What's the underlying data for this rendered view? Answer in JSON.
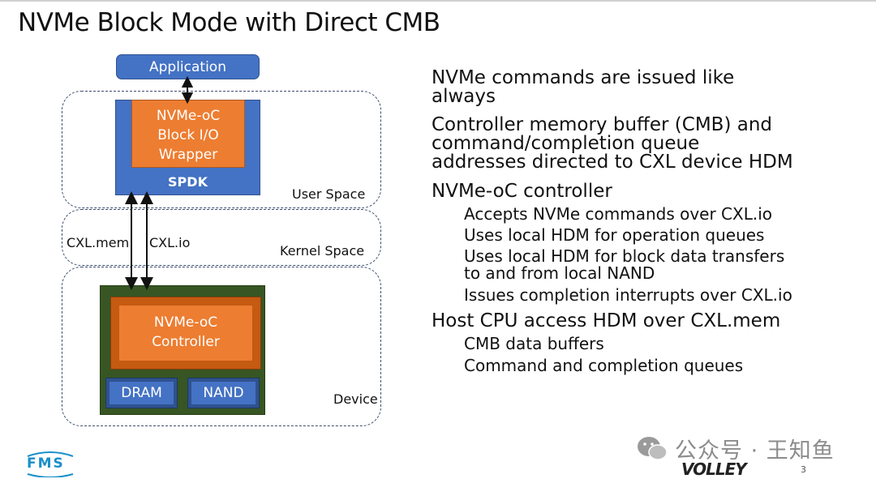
{
  "slide": {
    "title": "NVMe Block Mode with Direct CMB",
    "page_number": "3"
  },
  "diagram": {
    "application": "Application",
    "wrapper_lines": [
      "NVMe-oC",
      "Block I/O",
      "Wrapper"
    ],
    "spdk": "SPDK",
    "user_space": "User Space",
    "kernel_space": "Kernel Space",
    "device": "Device",
    "cxl_mem": "CXL.mem",
    "cxl_io": "CXL.io",
    "controller_lines": [
      "NVMe-oC",
      "Controller"
    ],
    "dram": "DRAM",
    "nand": "NAND"
  },
  "bullets": {
    "b1": [
      "NVMe commands are issued like",
      "always"
    ],
    "b2": [
      "Controller memory buffer (CMB) and",
      "command/completion queue",
      "addresses directed to CXL device HDM"
    ],
    "b3": "NVMe-oC controller",
    "b3_sub": {
      "s1": "Accepts NVMe commands over CXL.io",
      "s2": "Uses local HDM for operation queues",
      "s3": [
        "Uses local HDM for block data transfers",
        "to and from local NAND"
      ],
      "s4": "Issues completion interrupts over CXL.io"
    },
    "b4": "Host CPU access HDM over CXL.mem",
    "b4_sub": {
      "s1": "CMB data buffers",
      "s2": "Command and completion queues"
    }
  },
  "footer": {
    "fms_logo": "FMS",
    "watermark": "公众号 · 王知鱼",
    "volley_logo": "VOLLEY"
  },
  "colors": {
    "blue": "#4472c4",
    "orange": "#ed7d31",
    "dark_orange": "#c55a11",
    "green": "#375623",
    "dashed": "#3d4f6e"
  }
}
